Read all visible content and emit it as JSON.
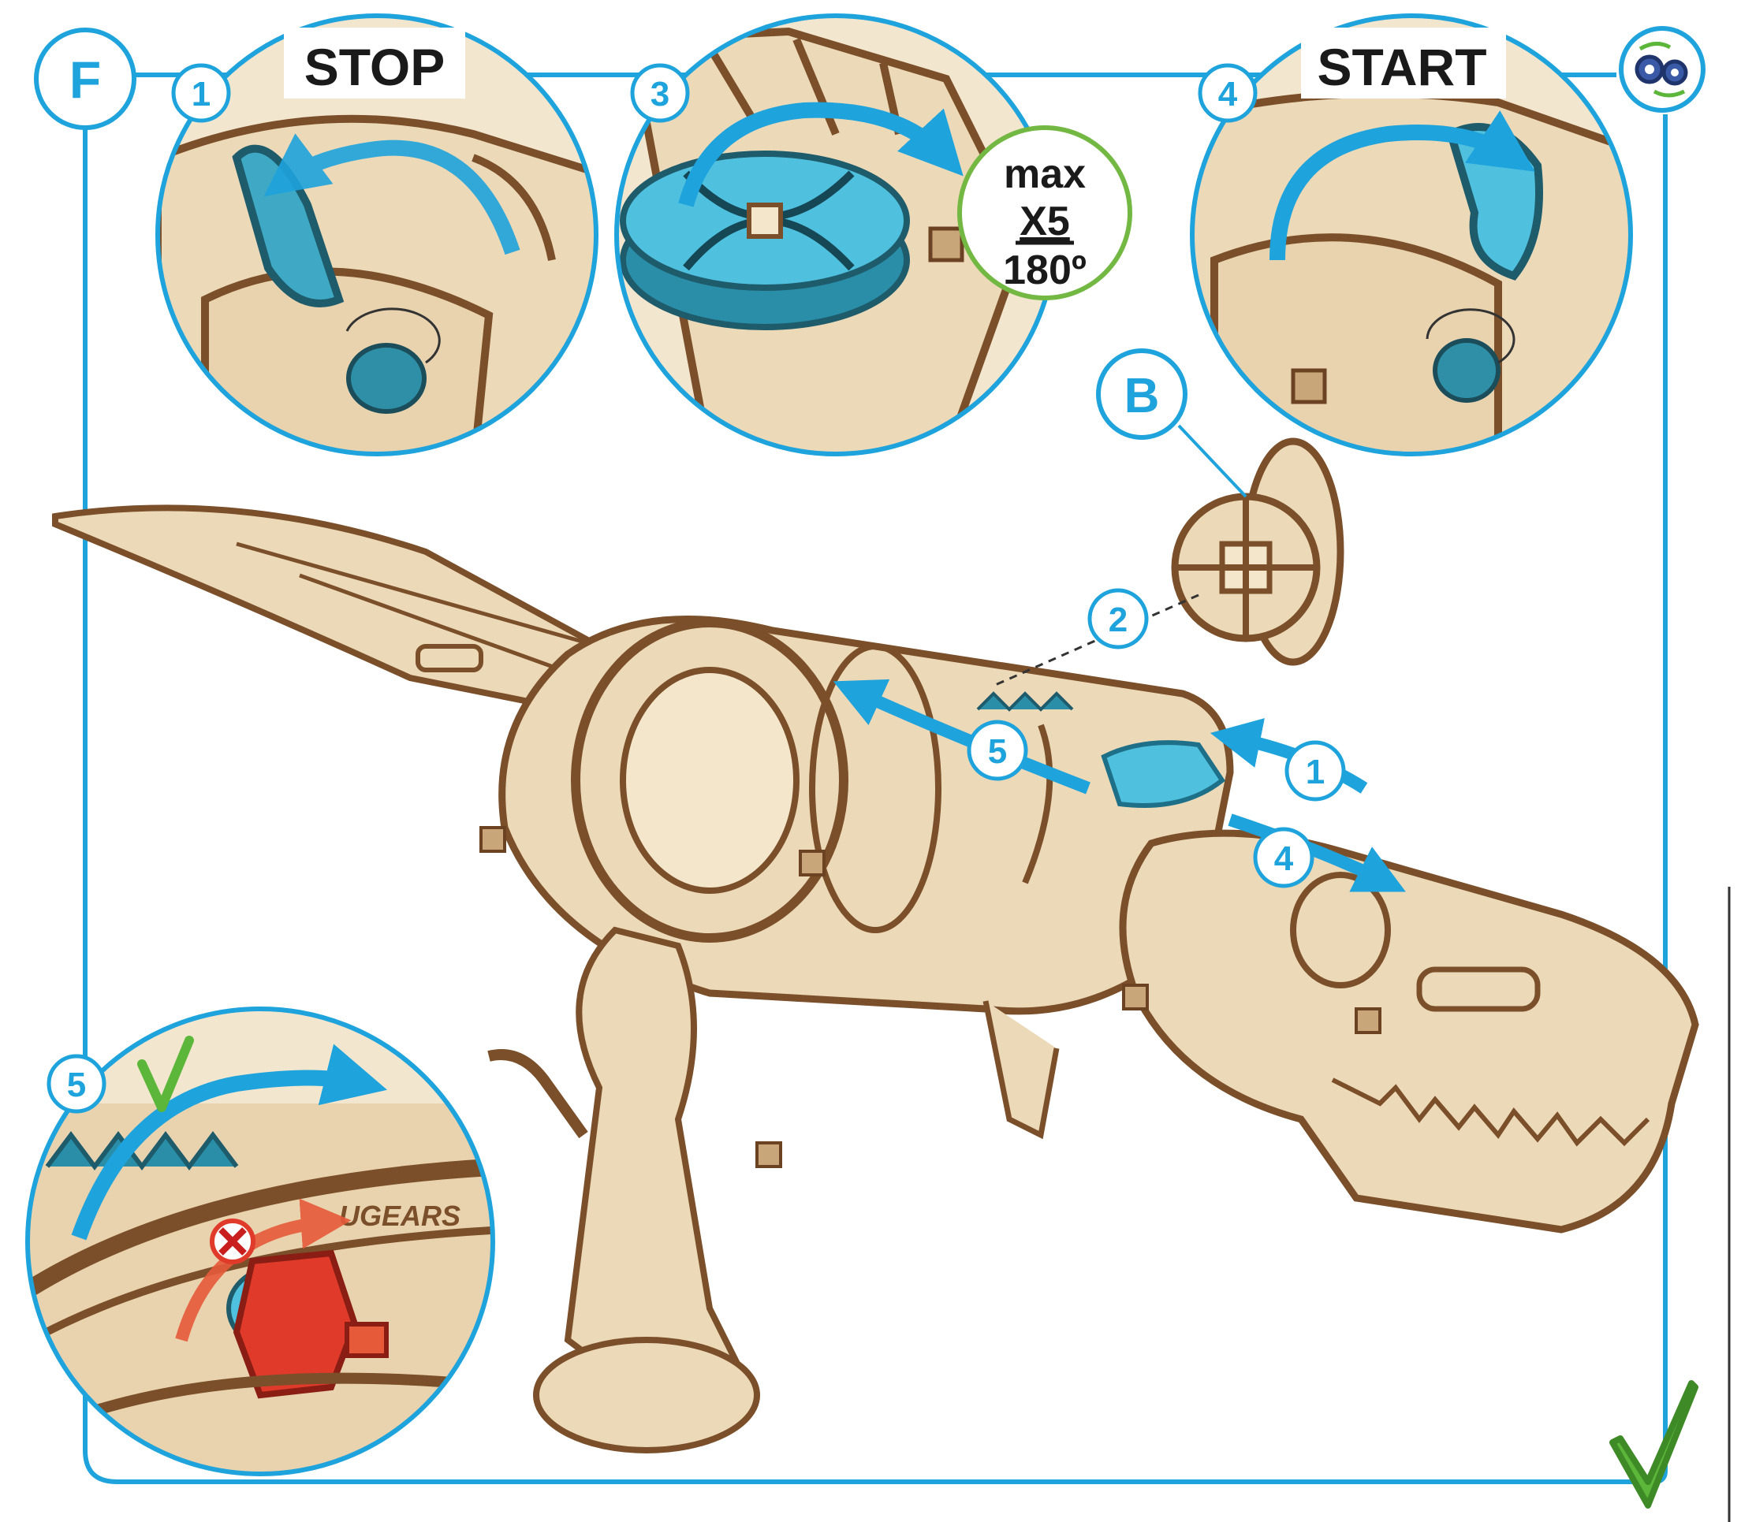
{
  "page_letter": "F",
  "panels": {
    "stop": {
      "title": "STOP",
      "step": "1"
    },
    "wind": {
      "step": "3",
      "limit": {
        "line1": "max",
        "line2": "X5",
        "line3": "180º"
      }
    },
    "start": {
      "title": "START",
      "step": "4"
    },
    "check": {
      "step": "5",
      "brand": "UGEARS"
    }
  },
  "part_label": "B",
  "insert_step": "2",
  "model_steps": {
    "a": "1",
    "b": "4",
    "c": "5"
  },
  "colors": {
    "accent_blue": "#1ea3dc",
    "wood": "#ecd9b8",
    "wood_edge": "#7a4f2a",
    "ok_green": "#5bb63a",
    "stop_red": "#e03a2a",
    "limit_green": "#72b843"
  },
  "icons": [
    "gears-icon",
    "checkmark-icon",
    "cross-icon",
    "rotation-arrow-icon"
  ]
}
